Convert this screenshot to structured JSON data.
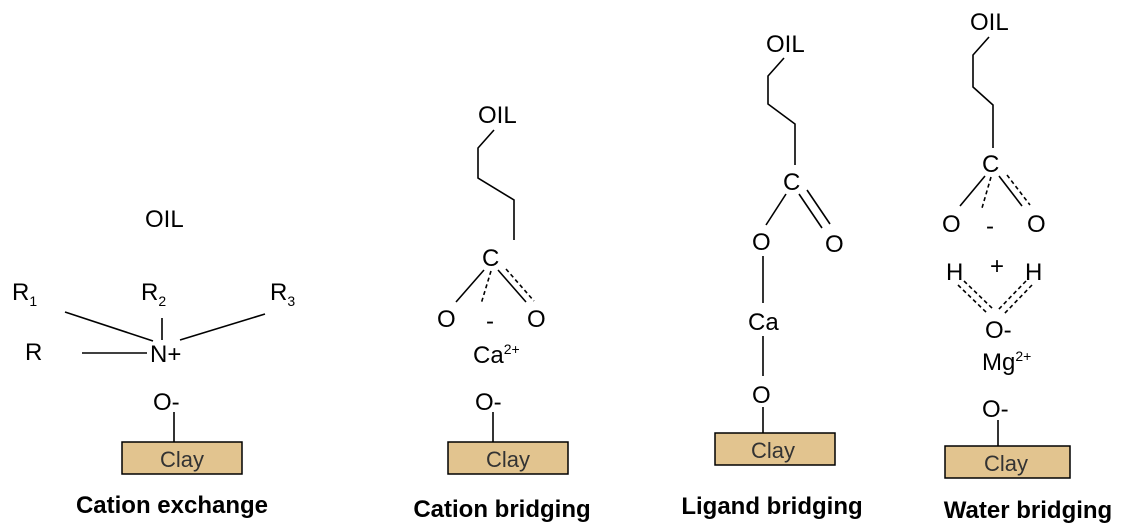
{
  "colors": {
    "clay_fill": "#e2c48f",
    "ink": "#000000"
  },
  "panels": [
    {
      "caption": "Cation exchange",
      "oil": "OIL",
      "r": "R",
      "r1": "R",
      "r1_sub": "1",
      "r2": "R",
      "r2_sub": "2",
      "r3": "R",
      "r3_sub": "3",
      "n": "N+",
      "o": "O-",
      "clay": "Clay"
    },
    {
      "caption": "Cation bridging",
      "oil": "OIL",
      "c": "C",
      "o_left": "O",
      "o_right": "O",
      "minus": "-",
      "cation": "Ca",
      "cation_sup": "2+",
      "o": "O-",
      "clay": "Clay"
    },
    {
      "caption": "Ligand bridging",
      "oil": "OIL",
      "c": "C",
      "o_left": "O",
      "o_right": "O",
      "ca": "Ca",
      "o": "O",
      "clay": "Clay"
    },
    {
      "caption": "Water bridging",
      "oil": "OIL",
      "c": "C",
      "o_left": "O",
      "o_right": "O",
      "minus": "-",
      "h_left": "H",
      "plus": "+",
      "h_right": "H",
      "o_water": "O-",
      "cation": "Mg",
      "cation_sup": "2+",
      "o": "O-",
      "clay": "Clay"
    }
  ]
}
